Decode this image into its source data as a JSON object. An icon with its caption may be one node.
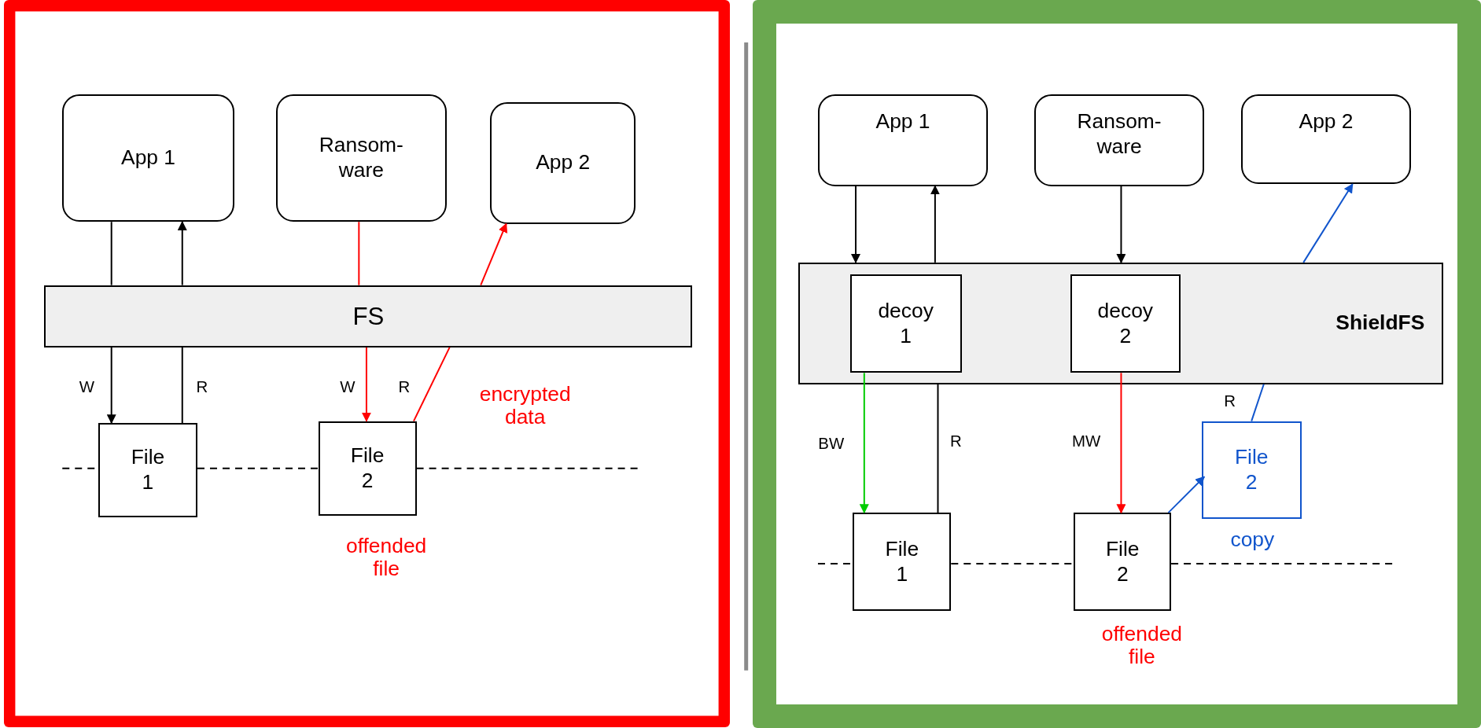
{
  "diagram": {
    "nodes": [
      {
        "text": [],
        "shape": "box"
      },
      {
        "text": [
          "App 1"
        ],
        "in": 0
      },
      {
        "text": [
          "Ransom- ware"
        ],
        "in": 0
      },
      {
        "text": [
          "App 2"
        ],
        "in": 0
      },
      {
        "text": [
          "FS"
        ],
        "in": 0
      },
      {
        "text": [
          "File 1"
        ],
        "in": 0
      },
      {
        "text": [
          "File 2"
        ],
        "in": 0,
        "beside": [
          "offended file"
        ]
      },
      {
        "text": [],
        "shape": "box"
      },
      {
        "text": [
          "App 1"
        ],
        "in": 7
      },
      {
        "text": [
          "Ransom- ware"
        ],
        "in": 7
      },
      {
        "text": [
          "App 2"
        ],
        "in": 7
      },
      {
        "text": [
          "ShieldFS"
        ],
        "in": 7
      },
      {
        "text": [
          "decoy 1"
        ],
        "in": 11
      },
      {
        "text": [
          "decoy 2"
        ],
        "in": 11
      },
      {
        "text": [
          "File 1"
        ],
        "in": 7
      },
      {
        "text": [
          "File 2"
        ],
        "in": 7,
        "beside": [
          "offended file"
        ]
      },
      {
        "text": [
          "File 2"
        ],
        "in": 7,
        "beside": [
          "copy"
        ]
      }
    ],
    "edges": [
      {
        "from": 1,
        "to": 4,
        "arrow": "none"
      },
      {
        "from": 4,
        "to": 5,
        "arrow": "to",
        "label": "W"
      },
      {
        "from": 5,
        "to": 4,
        "arrow": "none",
        "label": "R"
      },
      {
        "from": 4,
        "to": 1,
        "arrow": "to"
      },
      {
        "from": 2,
        "to": 4,
        "arrow": "none",
        "color": "#ff0000"
      },
      {
        "from": 4,
        "to": 6,
        "arrow": "to",
        "label": "W",
        "color": "#ff0000"
      },
      {
        "from": 6,
        "to": 4,
        "arrow": "none",
        "label": "R",
        "color": "#ff0000"
      },
      {
        "from": 4,
        "to": 3,
        "arrow": "to",
        "color": "#ff0000"
      },
      {
        "from": 8,
        "to": 11,
        "arrow": "to"
      },
      {
        "from": 11,
        "to": 8,
        "arrow": "to"
      },
      {
        "from": 9,
        "to": 11,
        "arrow": "to"
      },
      {
        "from": 11,
        "to": 10,
        "arrow": "to",
        "color": "#1155cc"
      },
      {
        "from": 12,
        "to": 14,
        "arrow": "to",
        "label": "BW",
        "color": "#00cc00"
      },
      {
        "from": 14,
        "to": 11,
        "arrow": "none",
        "label": "R"
      },
      {
        "from": 13,
        "to": 15,
        "arrow": "to",
        "label": "MW",
        "color": "#ff0000"
      },
      {
        "from": 15,
        "to": 16,
        "arrow": "to",
        "color": "#1155cc"
      },
      {
        "from": 16,
        "to": 11,
        "arrow": "none",
        "label": "R",
        "color": "#1155cc"
      }
    ],
    "labels": [
      "encrypted data"
    ]
  }
}
